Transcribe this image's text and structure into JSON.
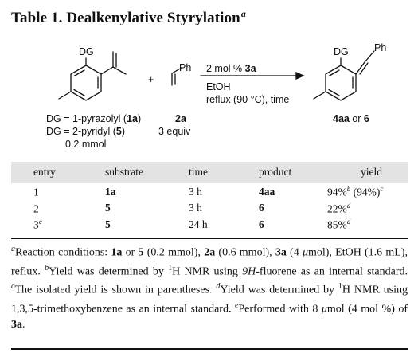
{
  "title": {
    "text": "Table 1. Dealkenylative Styrylation",
    "note": "a"
  },
  "scheme": {
    "substrate_group_label": "DG",
    "reagent_substituent": "Ph",
    "reagent_label": "2a",
    "reagent_amount": "3 equiv",
    "catalyst_amount": "2 mol %",
    "catalyst_name": "3a",
    "solvent": "EtOH",
    "temperature": "reflux (90 °C), time",
    "plus": "+",
    "dg_option_1_text": "DG = 1-pyrazolyl (",
    "dg_option_1_code": "1a",
    "dg_option_2_text": "DG = 2-pyridyl (",
    "dg_option_2_code": "5",
    "close_paren": ")",
    "substrate_amount": "0.2 mmol",
    "product_group_label": "DG",
    "product_substituent": "Ph",
    "product_code_1": "4aa",
    "product_or": " or ",
    "product_code_2": "6"
  },
  "table": {
    "headers": {
      "entry": "entry",
      "substrate": "substrate",
      "time": "time",
      "product": "product",
      "yield": "yield"
    },
    "rows": [
      {
        "entry": "1",
        "entry_note": "",
        "substrate": "1a",
        "time": "3 h",
        "product": "4aa",
        "yield": "94%",
        "yield_note": "b",
        "extra": " (94%)",
        "extra_note": "c"
      },
      {
        "entry": "2",
        "entry_note": "",
        "substrate": "5",
        "time": "3 h",
        "product": "6",
        "yield": "22%",
        "yield_note": "d",
        "extra": "",
        "extra_note": ""
      },
      {
        "entry": "3",
        "entry_note": "e",
        "substrate": "5",
        "time": "24 h",
        "product": "6",
        "yield": "85%",
        "yield_note": "d",
        "extra": "",
        "extra_note": ""
      }
    ]
  },
  "footnotes": {
    "a_mark": "a",
    "a_1": "Reaction conditions: ",
    "a_1a": "1a",
    "a_or": " or ",
    "a_5": "5",
    "a_2": " (0.2 mmol), ",
    "a_2a": "2a",
    "a_3": " (0.6 mmol), ",
    "a_3a": "3a",
    "a_4": " (4 ",
    "a_mu": "μ",
    "a_5txt": "mol), EtOH (1.6 mL), reflux. ",
    "b_mark": "b",
    "b_1": "Yield was determined by ",
    "b_sup1": "1",
    "b_2": "H NMR using ",
    "b_9h": "9H",
    "b_3": "-fluorene as an internal standard. ",
    "c_mark": "c",
    "c_1": "The isolated yield is shown in parentheses. ",
    "d_mark": "d",
    "d_1": "Yield was determined by ",
    "d_sup1": "1",
    "d_2": "H NMR using 1,3,5-trimethoxybenzene as an internal standard. ",
    "e_mark": "e",
    "e_1": "Performed with 8 ",
    "e_mu": "μ",
    "e_2": "mol (4 mol %) of ",
    "e_3a": "3a",
    "e_end": "."
  }
}
